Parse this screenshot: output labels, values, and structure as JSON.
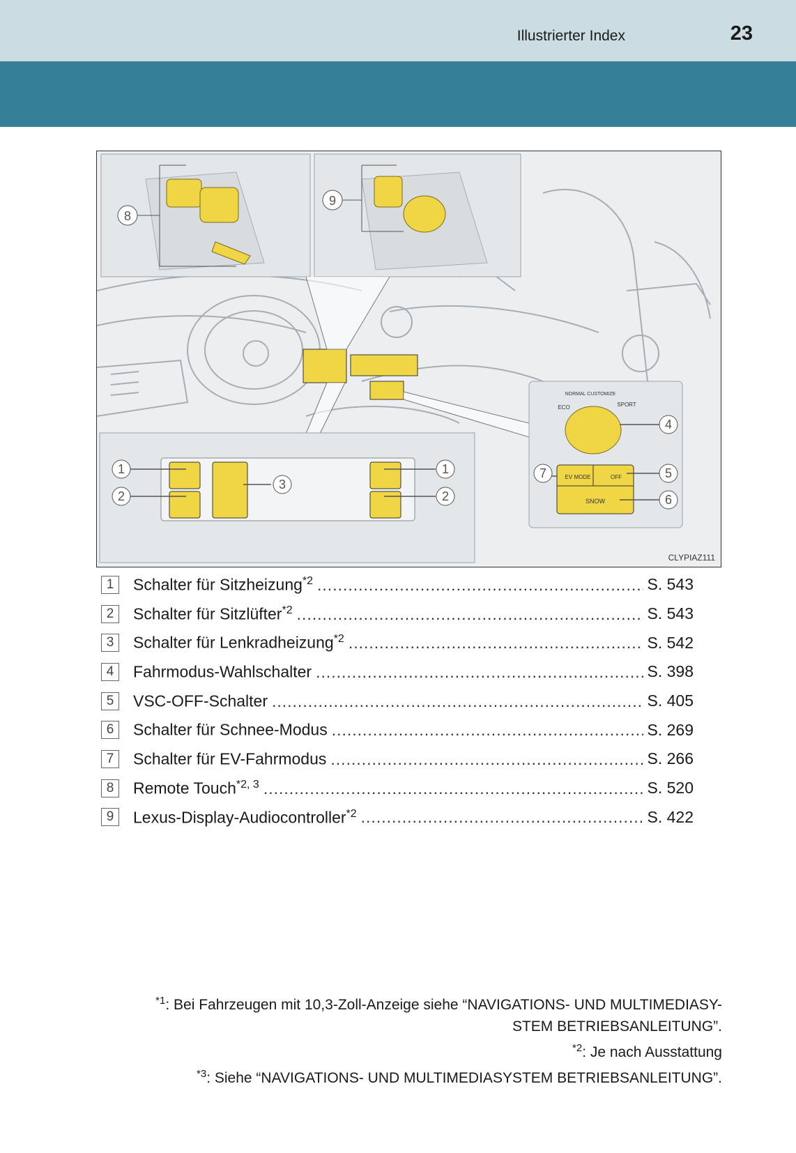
{
  "header": {
    "title": "Illustrierter Index",
    "page_number": "23"
  },
  "figure": {
    "code": "CLYPIAZ111",
    "callouts": [
      "1",
      "2",
      "3",
      "4",
      "5",
      "6",
      "7",
      "8",
      "9"
    ],
    "labels": {
      "normal_customize": "NORMAL CUSTOMIZE",
      "eco": "ECO",
      "sport": "SPORT",
      "ev_mode": "EV MODE",
      "off": "OFF",
      "snow": "SNOW"
    },
    "colors": {
      "highlight": "#f0d544",
      "background": "#eceef0",
      "line": "#9aa3aa"
    }
  },
  "items": [
    {
      "num": "1",
      "label": "Schalter für Sitzheizung",
      "sup": "*2",
      "page": "S. 543"
    },
    {
      "num": "2",
      "label": "Schalter für Sitzlüfter",
      "sup": "*2",
      "page": "S. 543"
    },
    {
      "num": "3",
      "label": "Schalter für Lenkradheizung",
      "sup": "*2",
      "page": "S. 542"
    },
    {
      "num": "4",
      "label": "Fahrmodus-Wahlschalter",
      "sup": "",
      "page": "S. 398"
    },
    {
      "num": "5",
      "label": "VSC-OFF-Schalter",
      "sup": "",
      "page": "S. 405"
    },
    {
      "num": "6",
      "label": "Schalter für Schnee-Modus",
      "sup": "",
      "page": "S. 269"
    },
    {
      "num": "7",
      "label": "Schalter für EV-Fahrmodus",
      "sup": "",
      "page": "S. 266"
    },
    {
      "num": "8",
      "label": "Remote Touch",
      "sup": "*2, 3",
      "page": "S. 520"
    },
    {
      "num": "9",
      "label": "Lexus-Display-Audiocontroller",
      "sup": "*2",
      "page": "S. 422"
    }
  ],
  "footnotes": {
    "fn1_mark": "*1",
    "fn1_text_a": ": Bei Fahrzeugen mit 10,3-Zoll-Anzeige siehe “NAVIGATIONS- UND MULTIMEDIASY-",
    "fn1_text_b": "STEM BETRIEBSANLEITUNG”.",
    "fn2_mark": "*2",
    "fn2_text": ": Je nach Ausstattung",
    "fn3_mark": "*3",
    "fn3_text": ": Siehe “NAVIGATIONS- UND MULTIMEDIASYSTEM BETRIEBSANLEITUNG”."
  }
}
